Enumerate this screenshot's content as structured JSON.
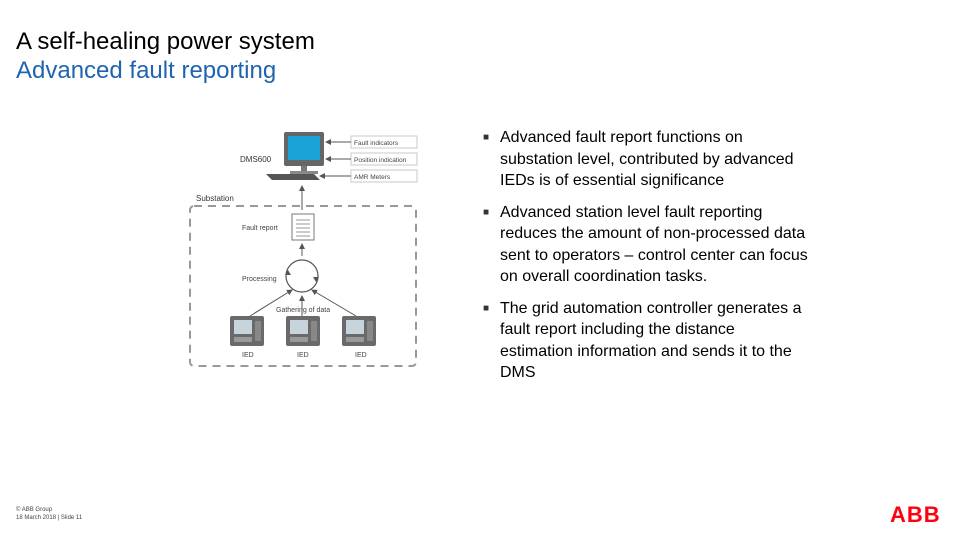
{
  "slide": {
    "title": "A self-healing power system",
    "subtitle": "Advanced fault reporting"
  },
  "diagram": {
    "dms_label": "DMS600",
    "substation_label": "Substation",
    "inputs": [
      "Fault indicators",
      "Position indication",
      "AMR Meters"
    ],
    "fault_report_label": "Fault report",
    "processing_label": "Processing",
    "gathering_label": "Gathering of data",
    "ied_labels": [
      "IED",
      "IED",
      "IED"
    ]
  },
  "bullets": [
    "Advanced fault report functions on substation level, contributed by advanced IEDs is of essential significance",
    "Advanced station level fault reporting reduces the amount of non-processed data sent to operators – control center can focus on overall coordination tasks.",
    "The grid automation controller generates a fault report including the distance estimation information and sends it to the DMS"
  ],
  "footer": {
    "copyright": "© ABB Group",
    "date_slide": "18 March 2018 | Slide 11"
  },
  "logo": {
    "text": "ABB",
    "color": "#ff000f"
  },
  "colors": {
    "accent_blue": "#1f64ad",
    "brand_red": "#ff000f"
  }
}
